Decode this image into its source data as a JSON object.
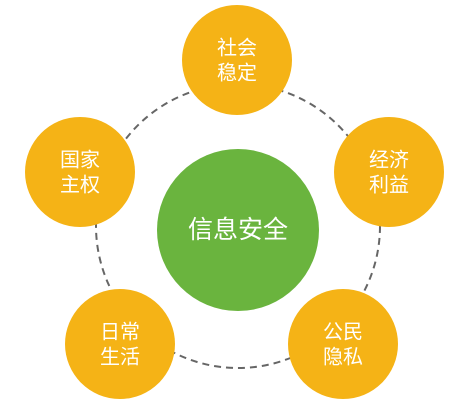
{
  "diagram": {
    "center": {
      "label": "信息安全",
      "color": "#6ab43e"
    },
    "ring_color": "#666666",
    "node_color": "#f5b316",
    "nodes": [
      {
        "line1": "社会",
        "line2": "稳定"
      },
      {
        "line1": "经济",
        "line2": "利益"
      },
      {
        "line1": "公民",
        "line2": "隐私"
      },
      {
        "line1": "日常",
        "line2": "生活"
      },
      {
        "line1": "国家",
        "line2": "主权"
      }
    ]
  }
}
